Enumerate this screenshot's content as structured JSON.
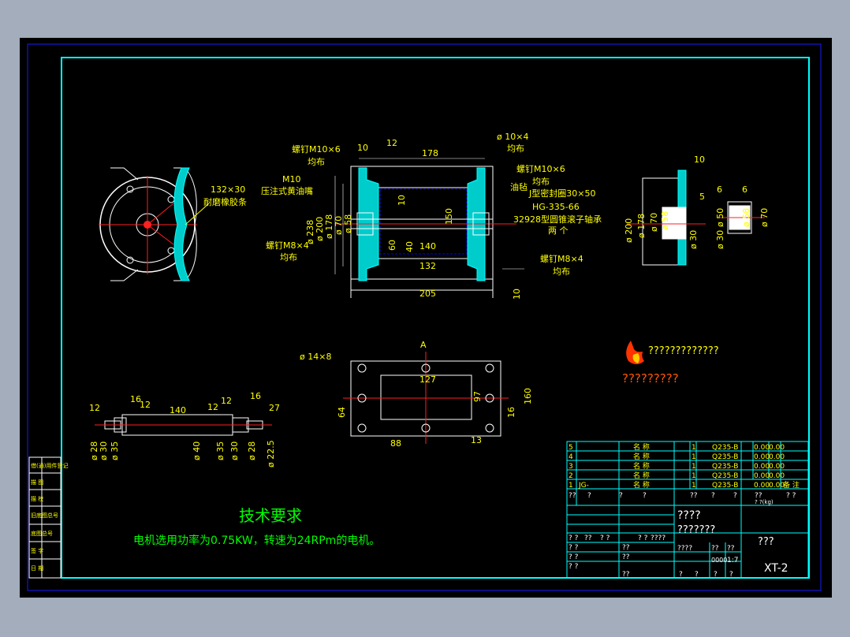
{
  "colors": {
    "background": "#a3adbb",
    "sheet": "#000000",
    "frame": "#1a1aff",
    "border": "#00ffff",
    "line": "#ffffff",
    "dimension": "#ffff00",
    "green": "#00ff00",
    "red": "#ff2020",
    "cyan": "#00ffff"
  },
  "left_view": {
    "dim_label": "132×30",
    "material_label": "耐磨橡胶条"
  },
  "front_view": {
    "left_labels": {
      "bolt_top": "螺钉M10×6",
      "bolt_top_dist": "均布",
      "m10": "M10",
      "grease": "压注式黄油嘴",
      "bolt_bottom": "螺钉M8×4",
      "bolt_bottom_dist": "均布"
    },
    "right_labels": {
      "phi10x4": "ø 10×4",
      "phi10x4_dist": "均布",
      "bolt_top": "螺钉M10×6",
      "bolt_top_dist": "均布",
      "felt": "油毡",
      "seal": "J型密封圈30×50",
      "seal_std": "HG-335-66",
      "bearing": "32928型圆锥滚子轴承",
      "bearing_qty": "两  个",
      "bolt_bottom": "螺钉M8×4",
      "bolt_bottom_dist": "均布"
    },
    "dims_top": [
      "10",
      "12",
      "178"
    ],
    "dims_vert": [
      "ø 238",
      "ø 200",
      "ø 178",
      "ø 70",
      "ø 58"
    ],
    "dims_inner": [
      "10",
      "150",
      "60",
      "40",
      "140",
      "132"
    ],
    "dim_bottom": "205",
    "dim_right": "10"
  },
  "side_view": {
    "dims": [
      "10",
      "5",
      "6",
      "6",
      "ø 200",
      "ø 178",
      "ø 70",
      "ø 58",
      "ø 30",
      "ø 50",
      "ø 30",
      "ø 58",
      "ø 70"
    ]
  },
  "shaft": {
    "top_dims": [
      "12",
      "16",
      "12",
      "140",
      "12",
      "12",
      "16",
      "27"
    ],
    "diam_dims": [
      "ø 28",
      "ø 30",
      "ø 35",
      "ø 40",
      "ø 35",
      "ø 30",
      "ø 28",
      "ø 22.5"
    ]
  },
  "plate": {
    "section": "A",
    "holes": "ø 14×8",
    "dims": [
      "127",
      "97",
      "64",
      "160",
      "16",
      "13",
      "88"
    ]
  },
  "logo": {
    "line1": "?????????????",
    "line2": "?????????"
  },
  "tech": {
    "title": "技术要求",
    "text": "电机选用功率为0.75KW，转速为24RPm的电机。"
  },
  "side_strip": [
    "借(通)用件登记",
    "描  图",
    "描  校",
    "旧底图总号",
    "底图总号",
    "签  字",
    "日  期"
  ],
  "bom": [
    {
      "no": "5",
      "code": "",
      "name": "名    称",
      "qty": "1",
      "mat": "Q235-B",
      "w1": "0.00",
      "w2": "0.00",
      "note": ""
    },
    {
      "no": "4",
      "code": "",
      "name": "名    称",
      "qty": "1",
      "mat": "Q235-B",
      "w1": "0.00",
      "w2": "0.00",
      "note": ""
    },
    {
      "no": "3",
      "code": "",
      "name": "名    称",
      "qty": "1",
      "mat": "Q235-B",
      "w1": "0.00",
      "w2": "0.00",
      "note": ""
    },
    {
      "no": "2",
      "code": "",
      "name": "名    称",
      "qty": "1",
      "mat": "Q235-B",
      "w1": "0.00",
      "w2": "0.00",
      "note": ""
    },
    {
      "no": "1",
      "code": "JG-",
      "name": "名    称",
      "qty": "1",
      "mat": "Q235-B",
      "w1": "0.00",
      "w2": "0.00",
      "note": "备  注"
    }
  ],
  "bom_header": [
    "??",
    "?",
    "?",
    "?",
    "??",
    "?",
    "?",
    "??",
    "? ?(kg)",
    "? ?"
  ],
  "title_block": {
    "company": "????",
    "drawing_title": "???????",
    "part": "???",
    "code": "XT-2",
    "weight": "0000",
    "scale": "1:7",
    "scale_label": "????",
    "r1": [
      "? ?",
      "??",
      "? ?",
      "? ?",
      "????"
    ],
    "r2": [
      "? ?",
      "??"
    ],
    "r3": [
      "? ?",
      "??"
    ],
    "r4": [
      "? ?",
      "??"
    ],
    "sheets": [
      "?",
      "?",
      "?",
      "?"
    ],
    "qty_label": "??",
    "wt_label": "??"
  }
}
